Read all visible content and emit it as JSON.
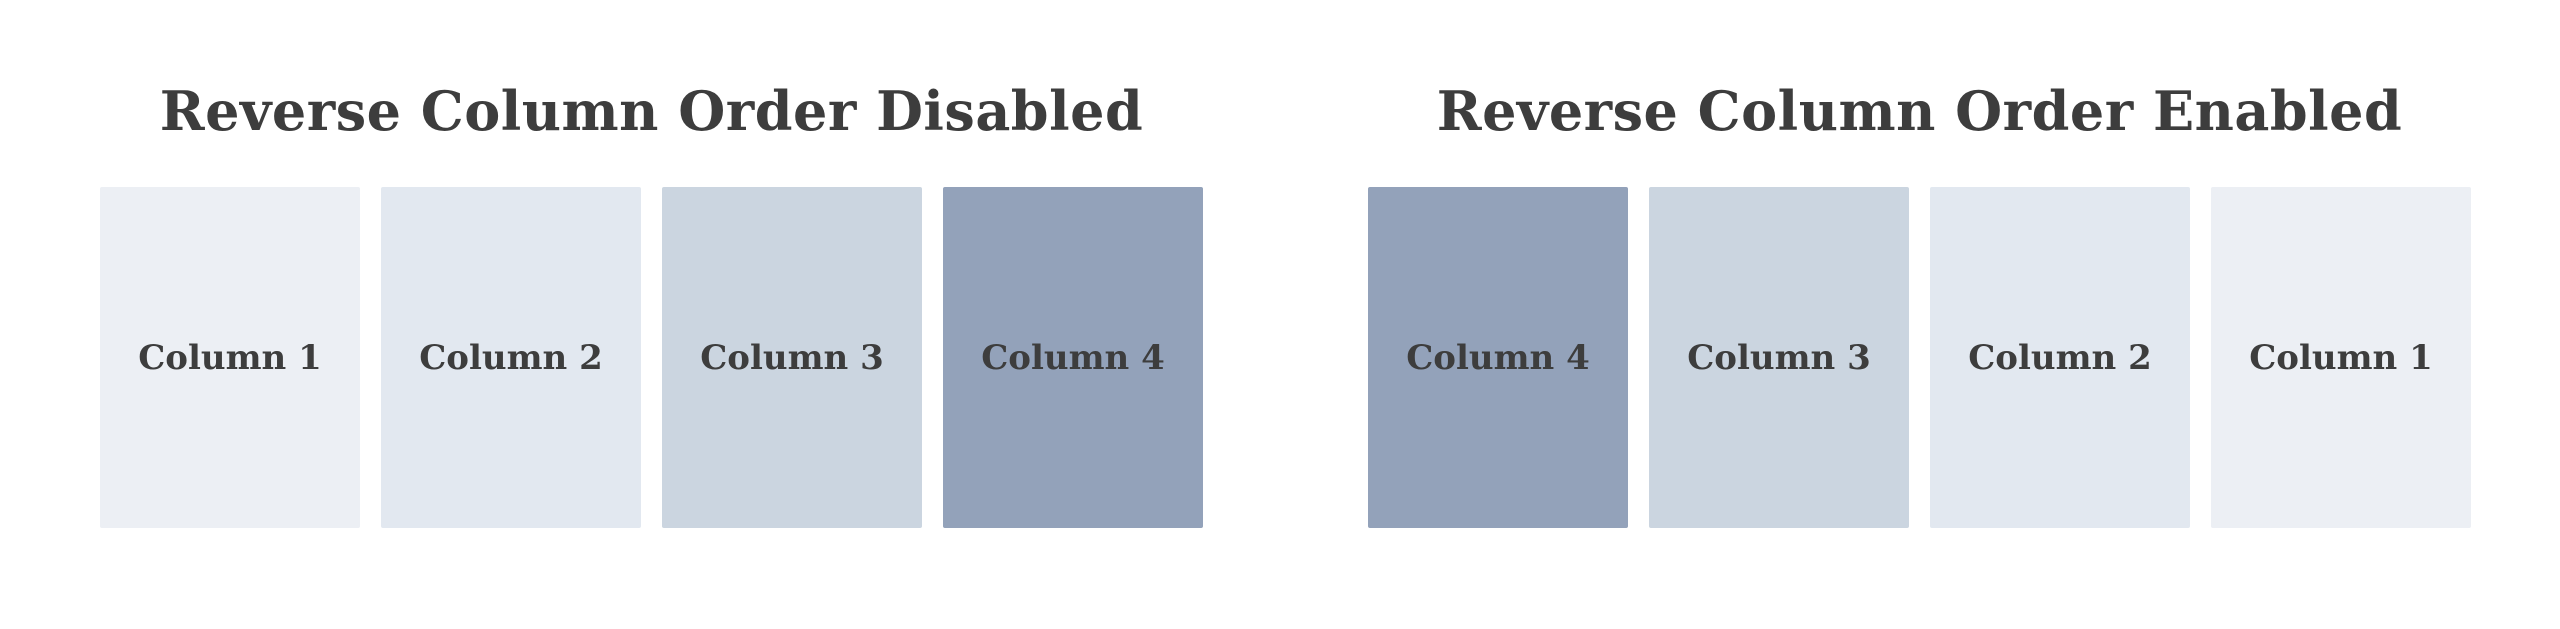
{
  "colors": {
    "background": "#ffffff",
    "text": "#3d3d3d"
  },
  "groups": [
    {
      "title": "Reverse Column Order Disabled",
      "columns": [
        {
          "label": "Column 1",
          "color": "#eceff4"
        },
        {
          "label": "Column 2",
          "color": "#e2e8f0"
        },
        {
          "label": "Column 3",
          "color": "#cbd5e0"
        },
        {
          "label": "Column 4",
          "color": "#93a2ba"
        }
      ]
    },
    {
      "title": "Reverse Column Order Enabled",
      "columns": [
        {
          "label": "Column 4",
          "color": "#93a2ba"
        },
        {
          "label": "Column 3",
          "color": "#cbd5e0"
        },
        {
          "label": "Column 2",
          "color": "#e2e8f0"
        },
        {
          "label": "Column 1",
          "color": "#eceff4"
        }
      ]
    }
  ]
}
